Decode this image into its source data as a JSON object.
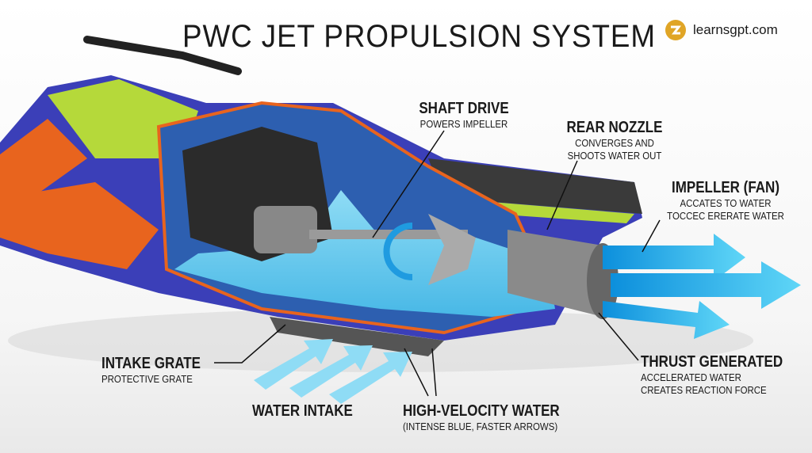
{
  "title": "PWC JET PROPULSION SYSTEM",
  "logo": {
    "text": "learnsgpt.com",
    "icon": "learnsgpt-logo-icon",
    "color": "#e0a526"
  },
  "labels": {
    "shaft_drive": {
      "heading": "SHAFT DRIVE",
      "sub": [
        "POWERS IMPELLER"
      ]
    },
    "rear_nozzle": {
      "heading": "REAR NOZZLE",
      "sub": [
        "CONVERGES AND",
        "SHOOTS WATER OUT"
      ]
    },
    "impeller": {
      "heading": "IMPELLER (FAN)",
      "sub": [
        "ACCATES TO WATER",
        "TOCCEC ERERATE WATER"
      ]
    },
    "intake_grate": {
      "heading": "INTAKE GRATE",
      "sub": [
        "PROTECTIVE GRATE"
      ]
    },
    "water_intake": {
      "heading": "WATER INTAKE"
    },
    "high_velocity": {
      "heading": "HIGH-VELOCITY WATER",
      "sub": [
        "(INTENSE BLUE, FASTER ARROWS)"
      ]
    },
    "thrust": {
      "heading": "THRUST GENERATED",
      "sub": [
        "ACCELERATED WATER",
        "CREATES REACTION FORCE"
      ]
    }
  },
  "colors": {
    "hull_blue": "#3b3fb8",
    "orange": "#e8641e",
    "lime": "#b5d93a",
    "water": "#8fdcf5",
    "jet": "#1fb5ee",
    "engine": "#2b2b2b"
  }
}
